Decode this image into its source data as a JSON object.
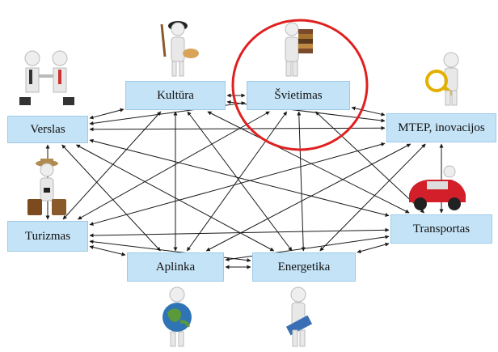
{
  "nodes": {
    "verslas": "Verslas",
    "kultura": "Kultūra",
    "svietimas": "Švietimas",
    "mtep": "MTEP, inovacijos",
    "turizmas": "Turizmas",
    "transportas": "Transportas",
    "aplinka": "Aplinka",
    "energetika": "Energetika"
  },
  "edges": [
    [
      "verslas",
      "kultura"
    ],
    [
      "verslas",
      "svietimas"
    ],
    [
      "verslas",
      "mtep"
    ],
    [
      "verslas",
      "turizmas"
    ],
    [
      "verslas",
      "transportas"
    ],
    [
      "verslas",
      "aplinka"
    ],
    [
      "verslas",
      "energetika"
    ],
    [
      "kultura",
      "svietimas"
    ],
    [
      "kultura",
      "mtep"
    ],
    [
      "kultura",
      "turizmas"
    ],
    [
      "kultura",
      "transportas"
    ],
    [
      "kultura",
      "aplinka"
    ],
    [
      "kultura",
      "energetika"
    ],
    [
      "svietimas",
      "mtep"
    ],
    [
      "svietimas",
      "turizmas"
    ],
    [
      "svietimas",
      "transportas"
    ],
    [
      "svietimas",
      "aplinka"
    ],
    [
      "svietimas",
      "energetika"
    ],
    [
      "mtep",
      "turizmas"
    ],
    [
      "mtep",
      "transportas"
    ],
    [
      "mtep",
      "aplinka"
    ],
    [
      "mtep",
      "energetika"
    ],
    [
      "turizmas",
      "transportas"
    ],
    [
      "turizmas",
      "aplinka"
    ],
    [
      "turizmas",
      "energetika"
    ],
    [
      "transportas",
      "aplinka"
    ],
    [
      "transportas",
      "energetika"
    ],
    [
      "aplinka",
      "energetika"
    ]
  ],
  "highlight": {
    "node": "svietimas",
    "color": "#e02020"
  },
  "colors": {
    "node_fill": "#c5e3f6",
    "node_border": "#9dcbea",
    "arrow": "#1a1a1a"
  },
  "figures": [
    "handshake-figures-icon",
    "painter-figure-icon",
    "books-figure-icon",
    "magnifier-figure-icon",
    "tourist-figure-icon",
    "car-figure-icon",
    "globe-figure-icon",
    "battery-figure-icon"
  ]
}
